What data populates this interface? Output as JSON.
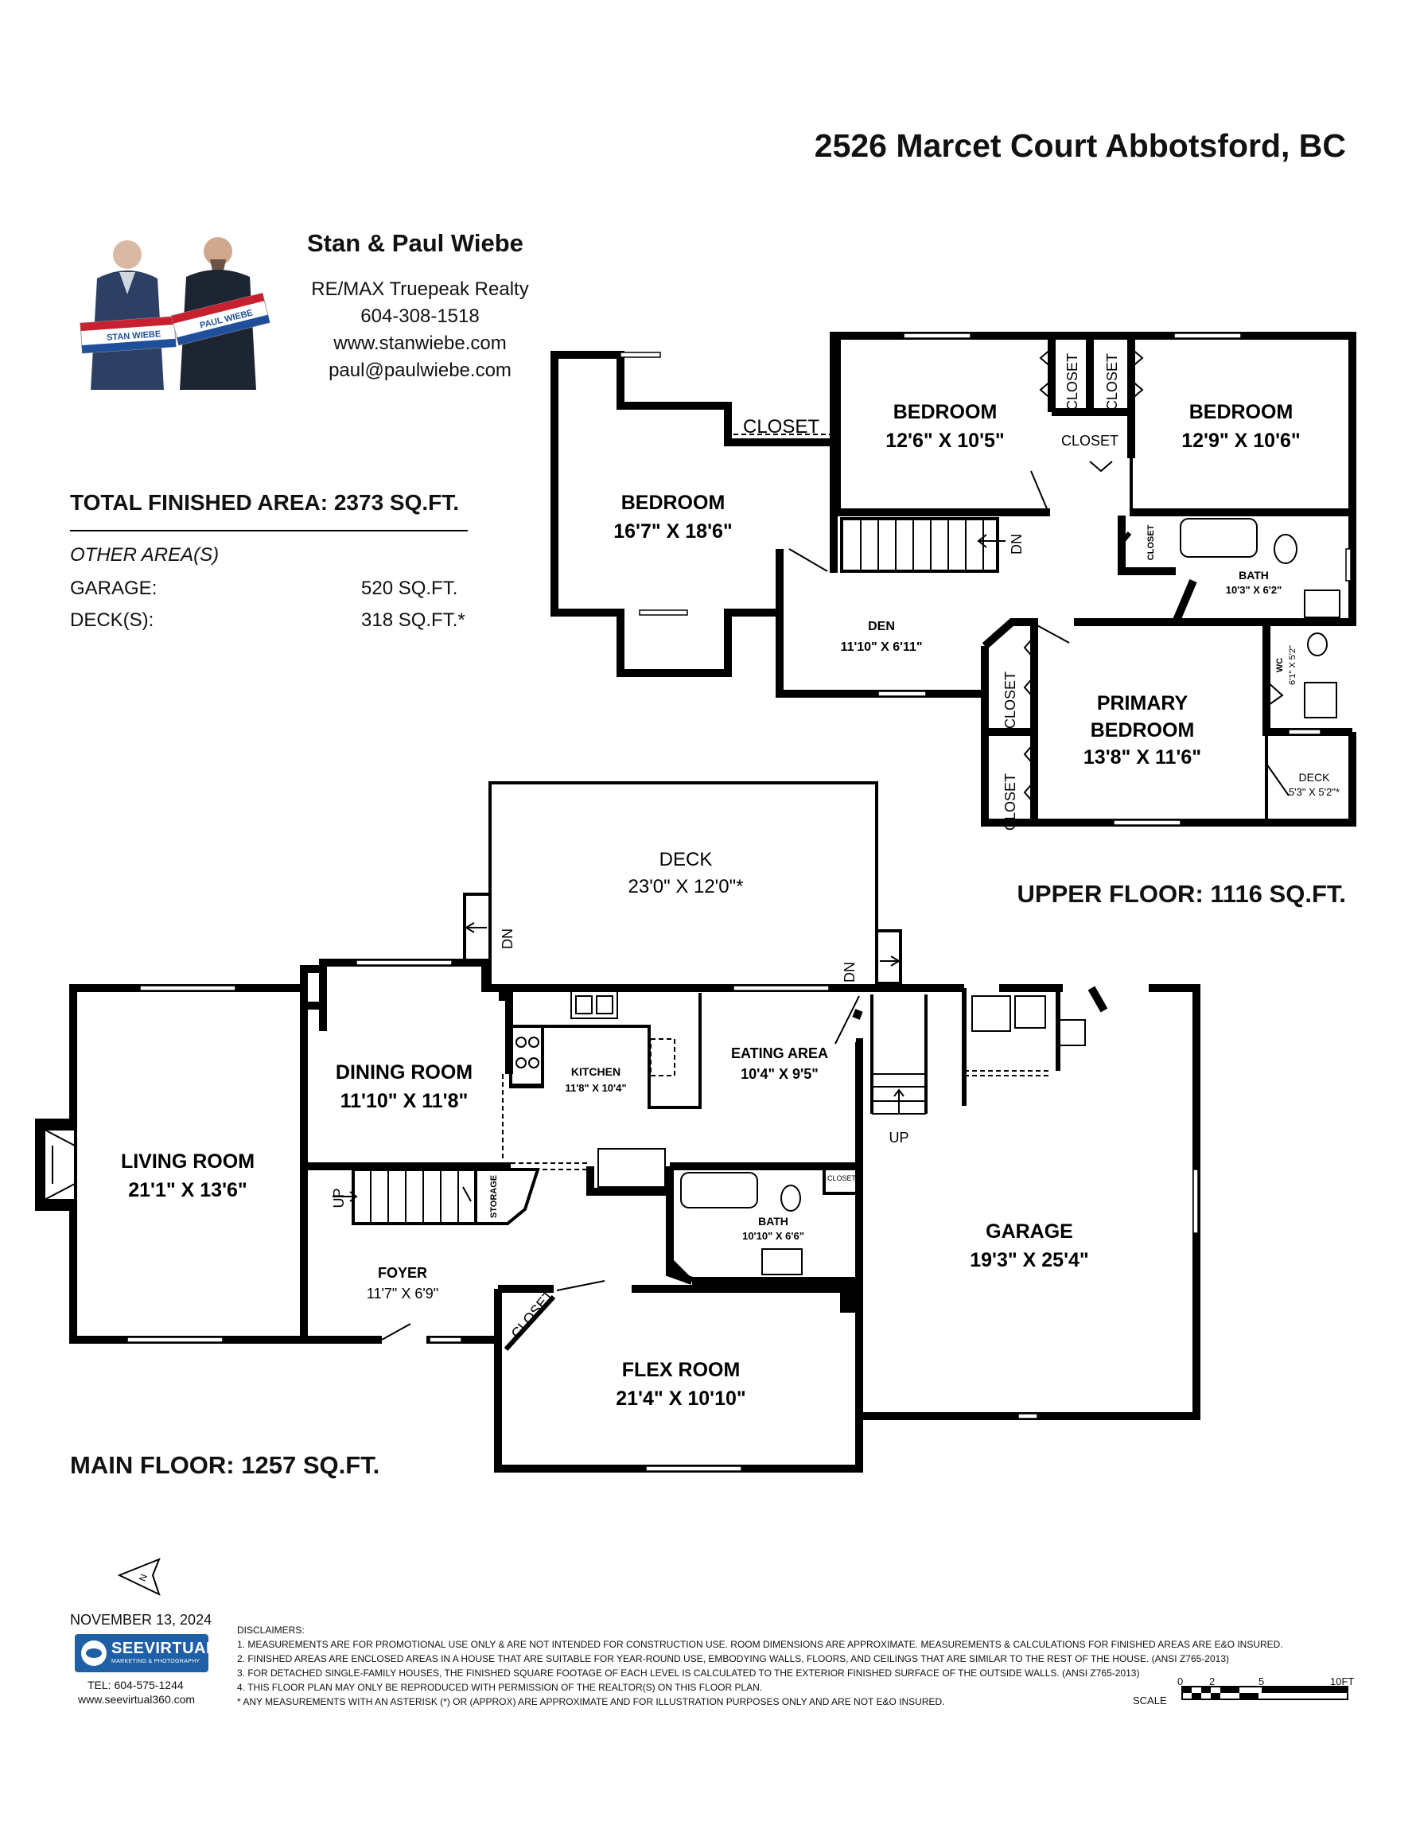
{
  "title": "2526 Marcet Court Abbotsford, BC",
  "agent": {
    "name": "Stan & Paul Wiebe",
    "company": "RE/MAX Truepeak Realty",
    "phone": "604-308-1518",
    "website": "www.stanwiebe.com",
    "email": "paul@paulwiebe.com",
    "sign_left": "STAN WIEBE",
    "sign_right": "PAUL WIEBE"
  },
  "areas": {
    "total": "TOTAL FINISHED AREA:  2373 SQ.FT.",
    "other_heading": "OTHER AREA(S)",
    "garage_label": "GARAGE:",
    "garage_value": "520 SQ.FT.",
    "deck_label": "DECK(S):",
    "deck_value": "318 SQ.FT.*"
  },
  "floors": {
    "upper": "UPPER FLOOR: 1116 SQ.FT.",
    "main": "MAIN FLOOR: 1257 SQ.FT."
  },
  "upper_rooms": {
    "bedroom1": "BEDROOM",
    "bedroom1_dim": "16'7\" X 18'6\"",
    "bedroom2": "BEDROOM",
    "bedroom2_dim": "12'6\" X 10'5\"",
    "bedroom3": "BEDROOM",
    "bedroom3_dim": "12'9\" X 10'6\"",
    "closet": "CLOSET",
    "den": "DEN",
    "den_dim": "11'10\" X 6'11\"",
    "bath": "BATH",
    "bath_dim": "10'3\" X 6'2\"",
    "primary1": "PRIMARY",
    "primary2": "BEDROOM",
    "primary_dim": "13'8\" X 11'6\"",
    "wc": "WC",
    "wc_dim": "6'1\" X 5'2\"",
    "deck": "DECK",
    "deck_dim": "5'3\" X 5'2\"*",
    "dn": "DN"
  },
  "main_rooms": {
    "deck": "DECK",
    "deck_dim": "23'0\" X 12'0\"*",
    "dining": "DINING ROOM",
    "dining_dim": "11'10\" X 11'8\"",
    "kitchen": "KITCHEN",
    "kitchen_dim": "11'8\" X 10'4\"",
    "eating": "EATING AREA",
    "eating_dim": "10'4\" X 9'5\"",
    "living": "LIVING ROOM",
    "living_dim": "21'1\" X 13'6\"",
    "storage": "STORAGE",
    "up": "UP",
    "foyer": "FOYER",
    "foyer_dim": "11'7\" X 6'9\"",
    "bath": "BATH",
    "bath_dim": "10'10\" X 6'6\"",
    "closet": "CLOSET",
    "garage": "GARAGE",
    "garage_dim": "19'3\" X 25'4\"",
    "flex": "FLEX ROOM",
    "flex_dim": "21'4\" X 10'10\"",
    "dn": "DN"
  },
  "compass": "N",
  "footer": {
    "date": "NOVEMBER 13, 2024",
    "logo_main": "SEEVIRTUAL",
    "logo_sub": "MARKETING & PHOTOGRAPHY",
    "tel": "TEL: 604-575-1244",
    "web": "www.seevirtual360.com",
    "disclaimers": [
      "DISCLAIMERS:",
      "1. MEASUREMENTS ARE FOR PROMOTIONAL USE ONLY & ARE NOT INTENDED FOR CONSTRUCTION USE. ROOM DIMENSIONS ARE APPROXIMATE. MEASUREMENTS & CALCULATIONS FOR FINISHED AREAS ARE E&O INSURED.",
      "2. FINISHED AREAS ARE ENCLOSED AREAS IN A HOUSE THAT ARE SUITABLE FOR YEAR-ROUND USE, EMBODYING WALLS, FLOORS, AND CEILINGS THAT ARE SIMILAR TO THE REST OF THE HOUSE. (ANSI Z765-2013)",
      "3. FOR DETACHED SINGLE-FAMILY HOUSES, THE FINISHED SQUARE FOOTAGE OF EACH LEVEL IS CALCULATED TO THE EXTERIOR FINISHED SURFACE OF THE OUTSIDE WALLS. (ANSI Z765-2013)",
      "4. THIS FLOOR PLAN MAY ONLY BE REPRODUCED WITH PERMISSION OF THE REALTOR(S) ON THIS FLOOR PLAN.",
      "* ANY MEASUREMENTS WITH AN ASTERISK (*) OR (APPROX) ARE APPROXIMATE AND FOR ILLUSTRATION PURPOSES ONLY AND ARE NOT E&O INSURED."
    ],
    "scale_label": "SCALE",
    "scale_ticks": [
      "0",
      "2",
      "5",
      "10FT"
    ]
  }
}
